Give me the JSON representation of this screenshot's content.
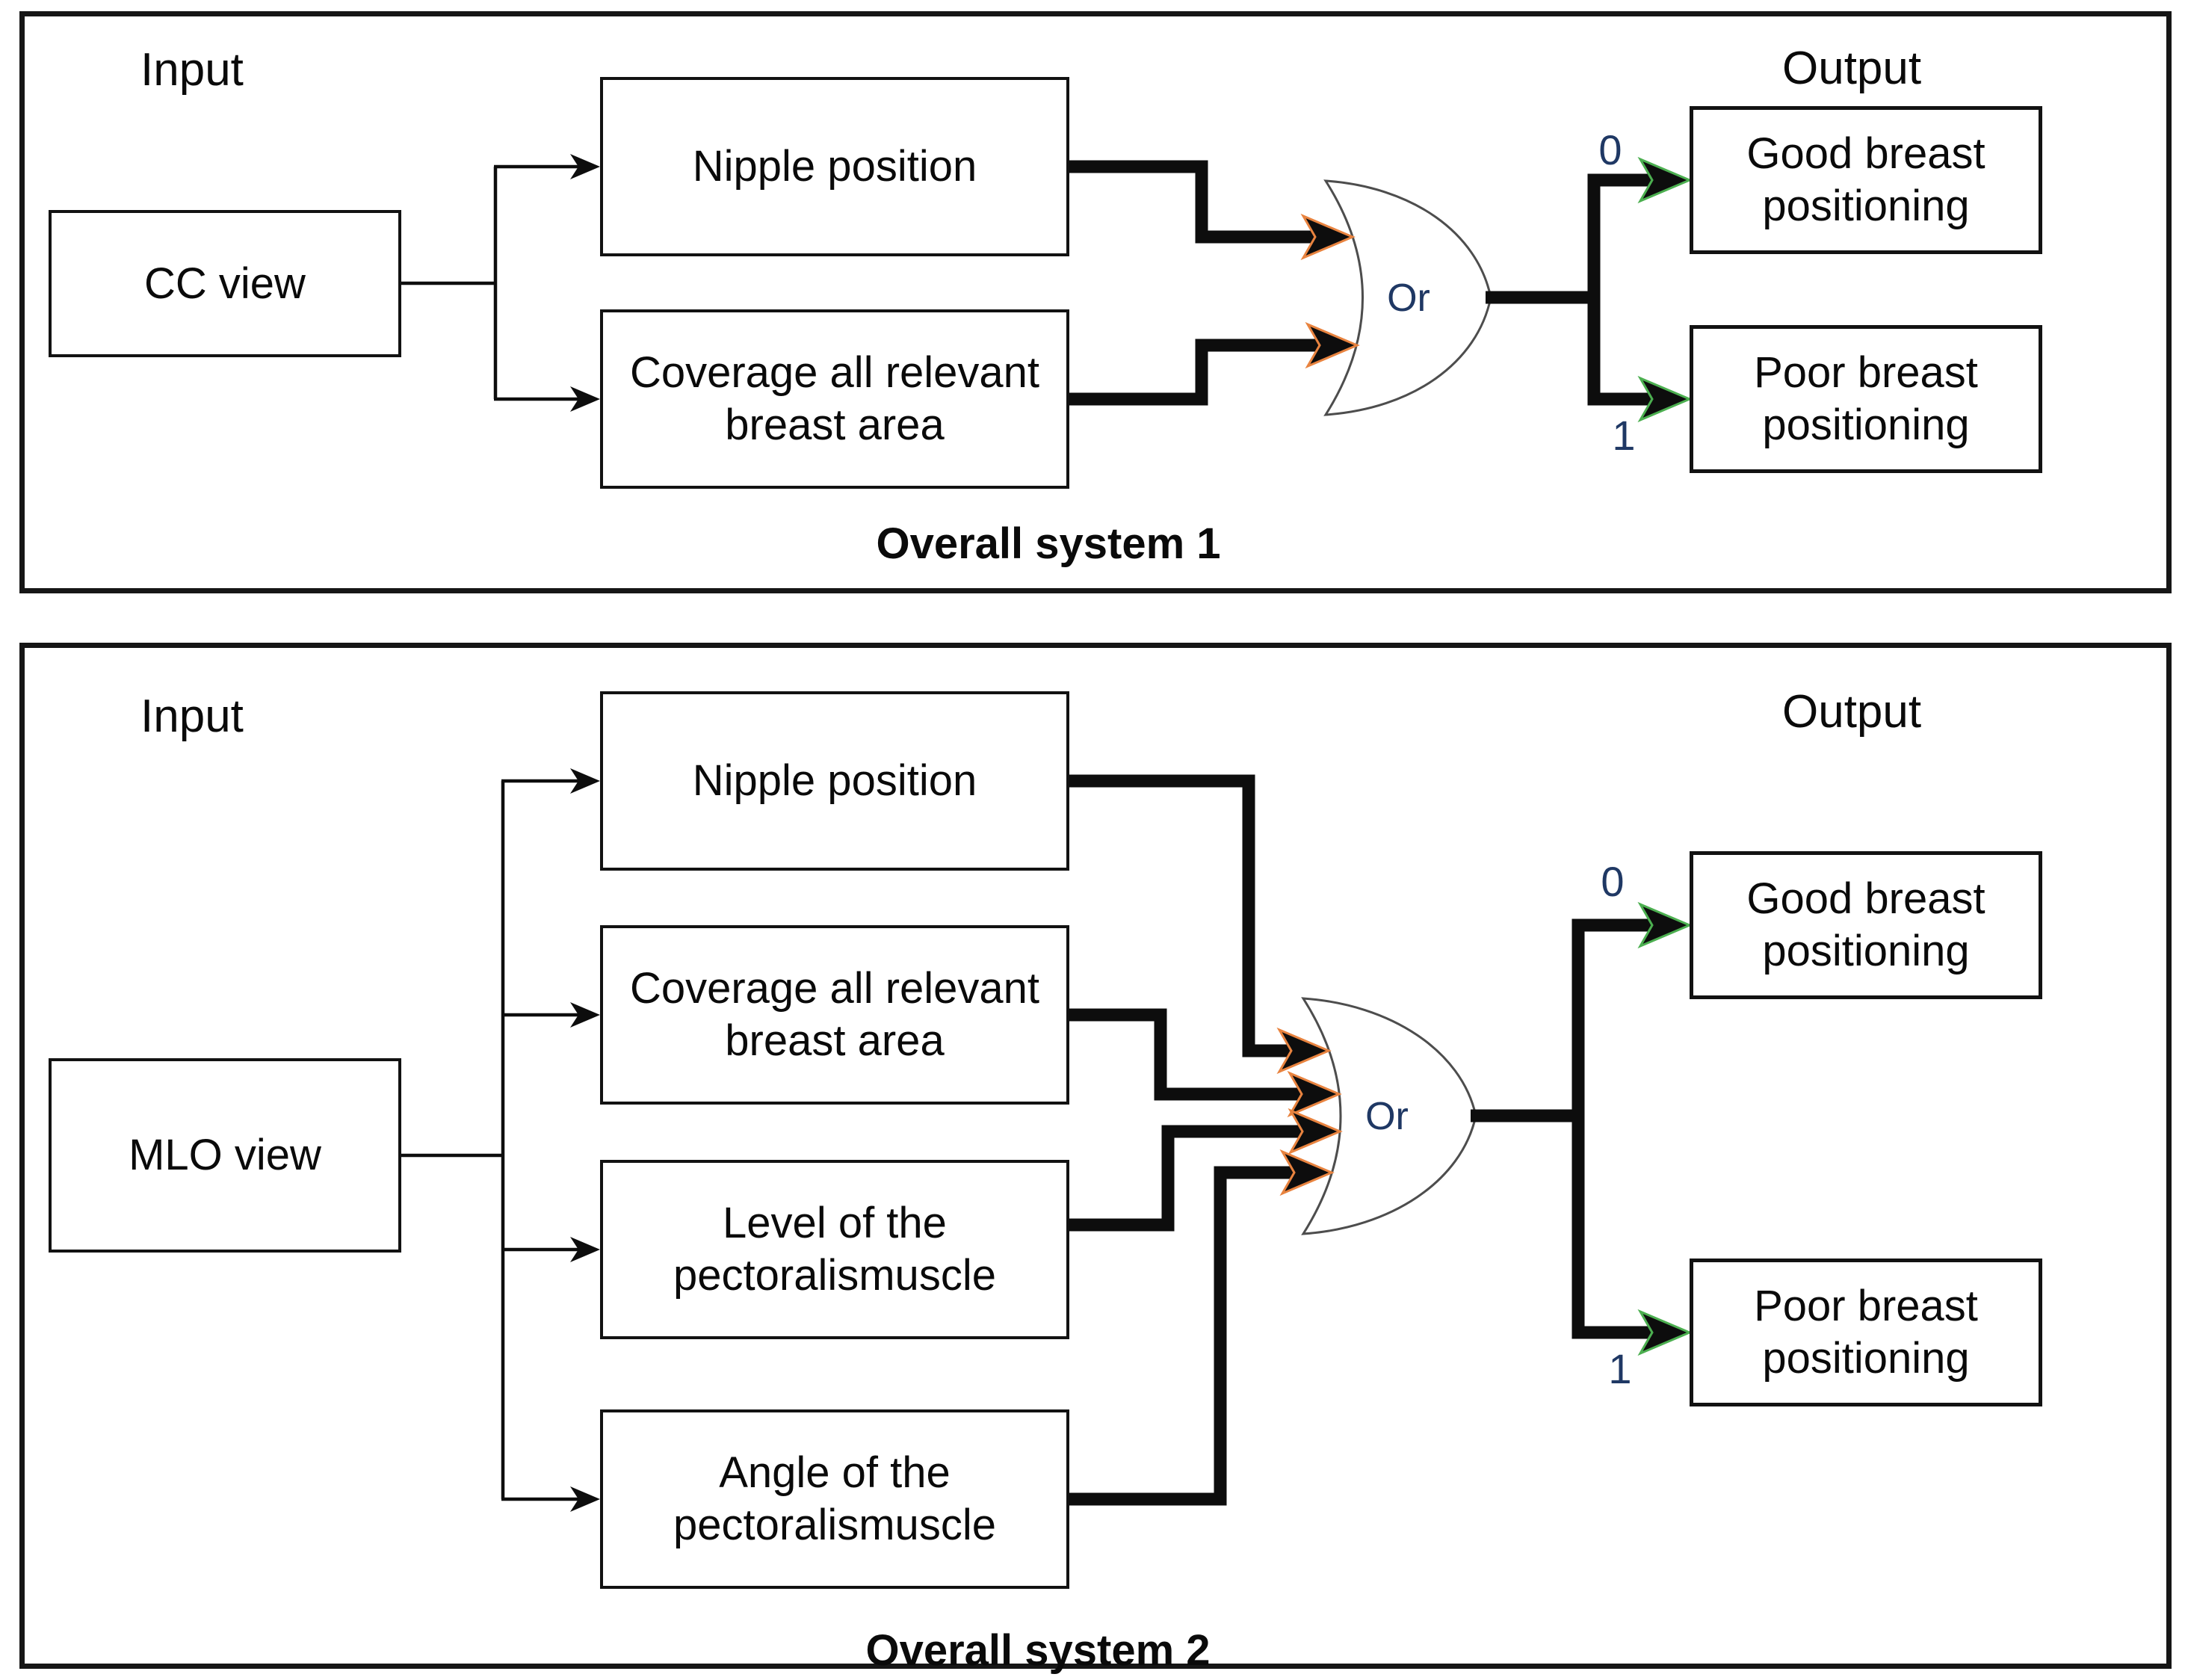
{
  "figure": {
    "colors": {
      "background": "#ffffff",
      "line": "#0d0d0d",
      "box_border": "#121212",
      "gate_outline": "#4d4d4d",
      "gate_text": "#1f3864",
      "code_text": "#1f3864",
      "gate_input_arrow_edge": "#e8833f",
      "output_arrow_edge": "#4caf50"
    },
    "panels": [
      {
        "input_label": "Input",
        "output_label": "Output",
        "source_box": "CC view",
        "feature_boxes": [
          "Nipple position",
          "Coverage all relevant breast area"
        ],
        "gate_label": "Or",
        "outputs": [
          {
            "code": "0",
            "label": "Good breast positioning"
          },
          {
            "code": "1",
            "label": "Poor breast positioning"
          }
        ],
        "caption": "Overall system 1"
      },
      {
        "input_label": "Input",
        "output_label": "Output",
        "source_box": "MLO view",
        "feature_boxes": [
          "Nipple position",
          "Coverage all relevant breast area",
          "Level of the pectoralismuscle",
          "Angle of the pectoralismuscle"
        ],
        "gate_label": "Or",
        "outputs": [
          {
            "code": "0",
            "label": "Good breast positioning"
          },
          {
            "code": "1",
            "label": "Poor breast positioning"
          }
        ],
        "caption": "Overall system 2"
      }
    ]
  }
}
